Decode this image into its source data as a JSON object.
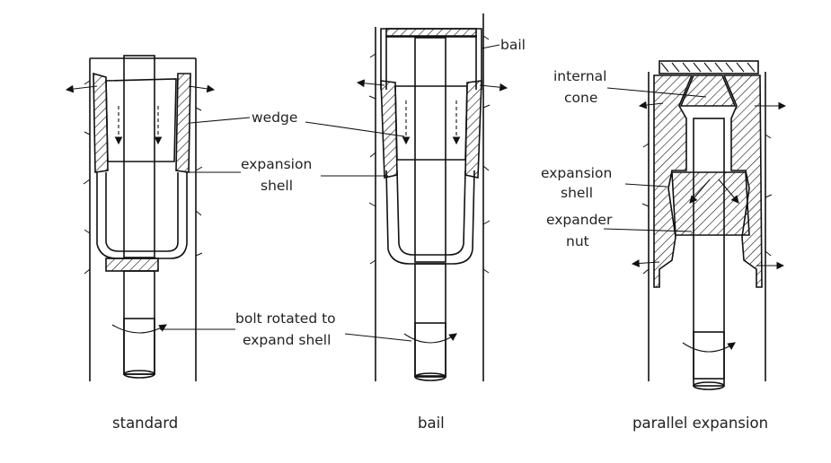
{
  "labels": {
    "wedge": "wedge",
    "expansion_shell_1": "expansion",
    "expansion_shell_2": "shell",
    "bolt_rotated_1": "bolt rotated to",
    "bolt_rotated_2": "expand shell",
    "bail": "bail",
    "internal_cone_1": "internal",
    "internal_cone_2": "cone",
    "expansion_shell_r1": "expansion",
    "expansion_shell_r2": "shell",
    "expander_nut_1": "expander",
    "expander_nut_2": "nut"
  },
  "captions": {
    "standard": "standard",
    "bail": "bail",
    "parallel": "parallel expansion"
  },
  "colors": {
    "ink": "#111111",
    "background": "#ffffff"
  }
}
